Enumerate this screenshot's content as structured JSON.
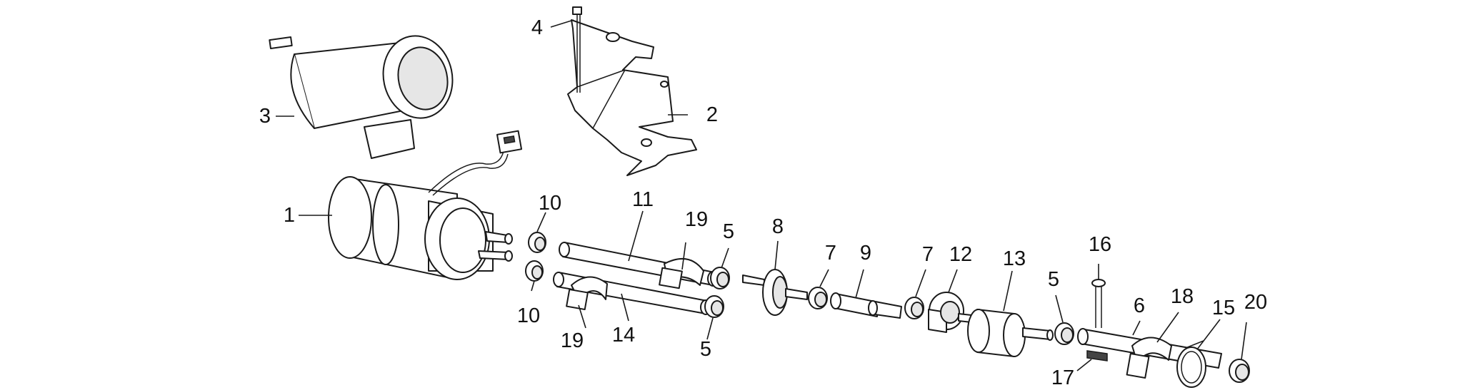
{
  "diagram": {
    "callouts": {
      "c1": "1",
      "c2": "2",
      "c3": "3",
      "c4": "4",
      "c5a": "5",
      "c5b": "5",
      "c5c": "5",
      "c6": "6",
      "c7a": "7",
      "c7b": "7",
      "c8": "8",
      "c9": "9",
      "c10a": "10",
      "c10b": "10",
      "c11": "11",
      "c12": "12",
      "c13": "13",
      "c14": "14",
      "c15": "15",
      "c16": "16",
      "c17": "17",
      "c18": "18",
      "c19a": "19",
      "c19b": "19",
      "c20": "20"
    }
  }
}
